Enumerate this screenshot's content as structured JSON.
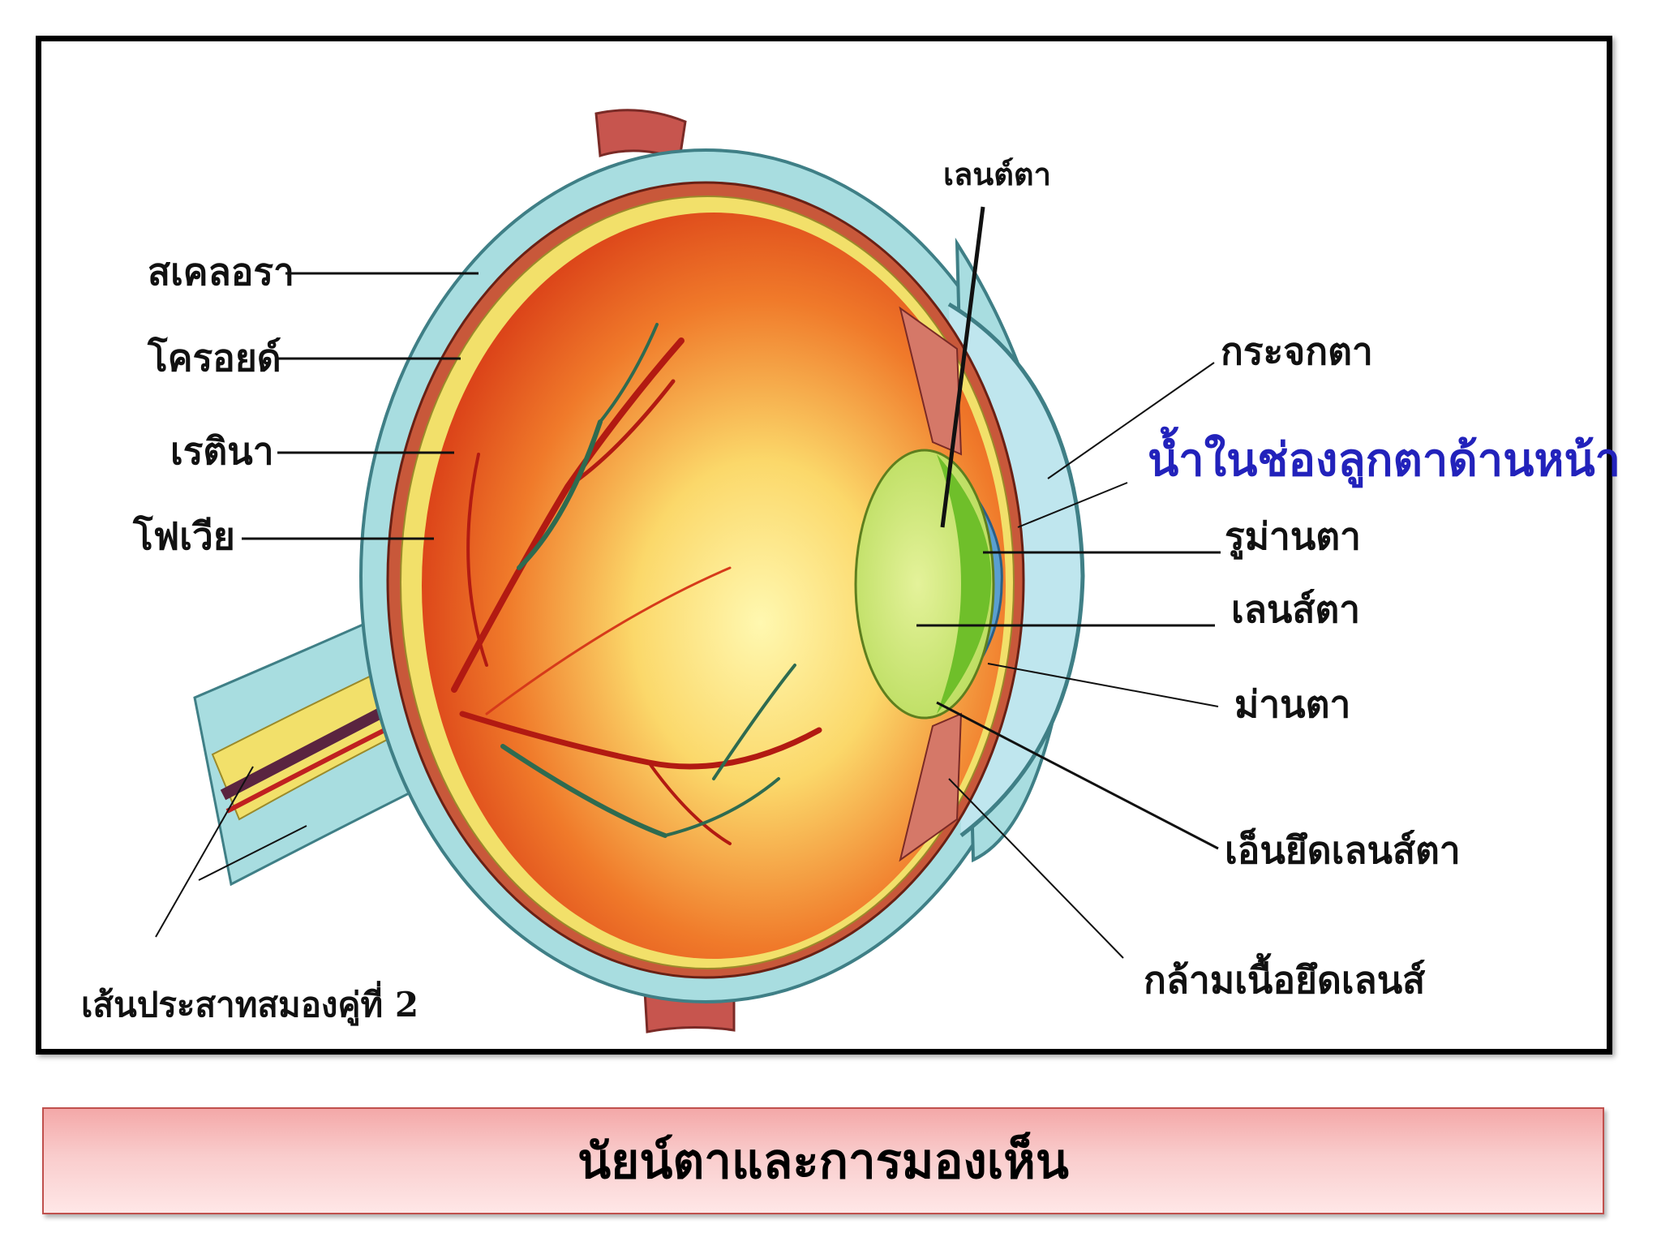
{
  "diagram": {
    "labels": {
      "sclera": "สเคลอรา",
      "choroid": "โครอยด์",
      "retina": "เรตินา",
      "fovea": "โฟเวีย",
      "optic_nerve": "เส้นประสาทสมองคู่ที่ 2",
      "lens_top": "เลนต์ตา",
      "cornea": "กระจกตา",
      "aqueous_humor": "น้ำในช่องลูกตาด้านหน้า",
      "pupil": "รูม่านตา",
      "lens": "เลนส์ตา",
      "iris": "ม่านตา",
      "suspensory_ligament": "เอ็นยึดเลนส์ตา",
      "ciliary_muscle": "กล้ามเนื้อยึดเลนส์"
    },
    "colors": {
      "sclera": "#a8dde0",
      "retina": "#f2e06a",
      "vitreous_outer": "#e34a1c",
      "vitreous_center": "#fff6a6",
      "lens": "#c5e36a",
      "lens_inner": "#6fbf2a",
      "muscle": "#c7554e",
      "highlight_label": "#2222bb"
    }
  },
  "caption": {
    "title": "นัยน์ตาและการมองเห็น"
  }
}
